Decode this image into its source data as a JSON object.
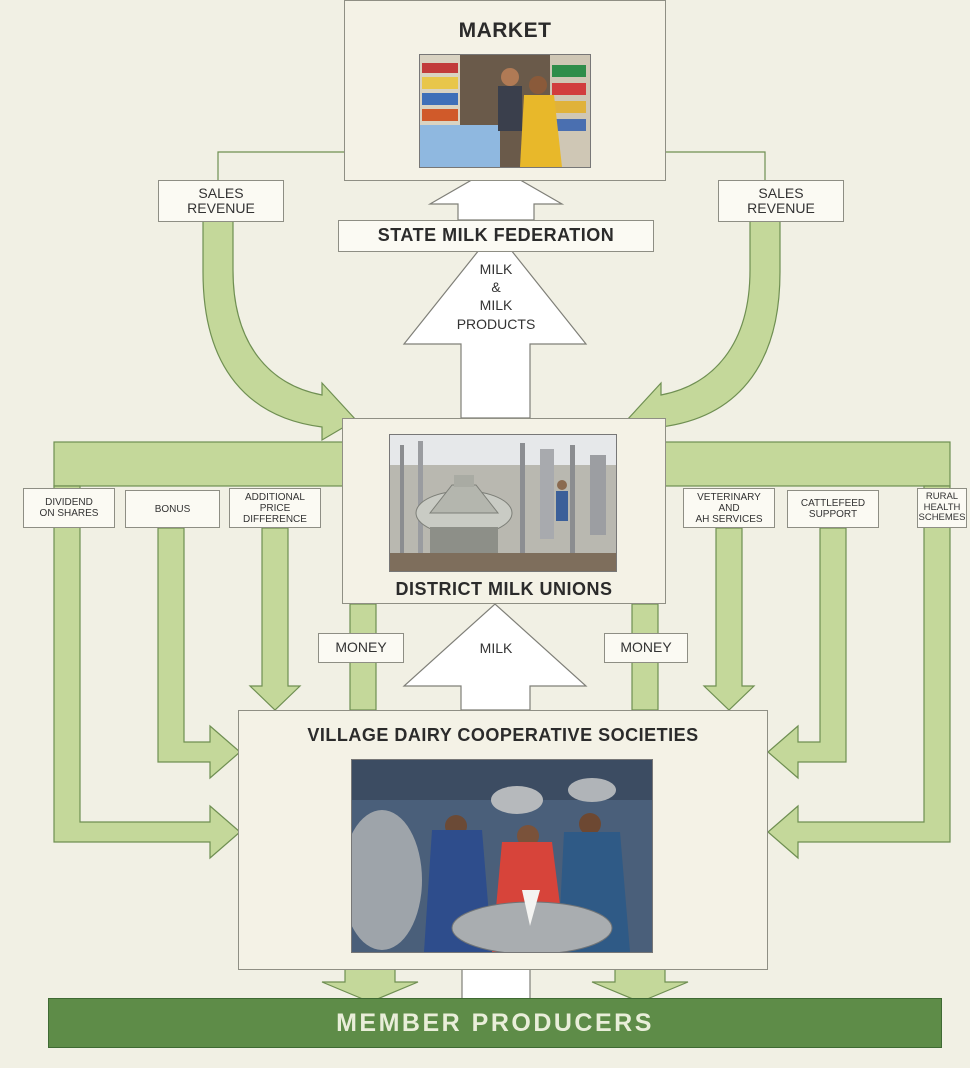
{
  "nodes": {
    "market": "MARKET",
    "federation": "STATE MILK FEDERATION",
    "district": "DISTRICT MILK UNIONS",
    "village": "VILLAGE DAIRY COOPERATIVE SOCIETIES",
    "producers": "MEMBER PRODUCERS"
  },
  "flows": {
    "sales_revenue_left": "SALES\nREVENUE",
    "sales_revenue_right": "SALES\nREVENUE",
    "milk_products": "MILK\n&\nMILK\nPRODUCTS",
    "milk": "MILK",
    "money_left": "MONEY",
    "money_right": "MONEY",
    "dividend": "DIVIDEND\nON SHARES",
    "bonus": "BONUS",
    "price_difference": "ADDITIONAL\nPRICE\nDIFFERENCE",
    "veterinary": "VETERINARY\nAND\nAH SERVICES",
    "cattlefeed": "CATTLEFEED\nSUPPORT",
    "rural_health": "RURAL\nHEALTH\nSCHEMES"
  },
  "colors": {
    "flow_green": "#c4d89a",
    "flow_outline": "#6f8f52",
    "milk_arrow": "#ffffff",
    "producers_bar": "#5e8c48"
  }
}
